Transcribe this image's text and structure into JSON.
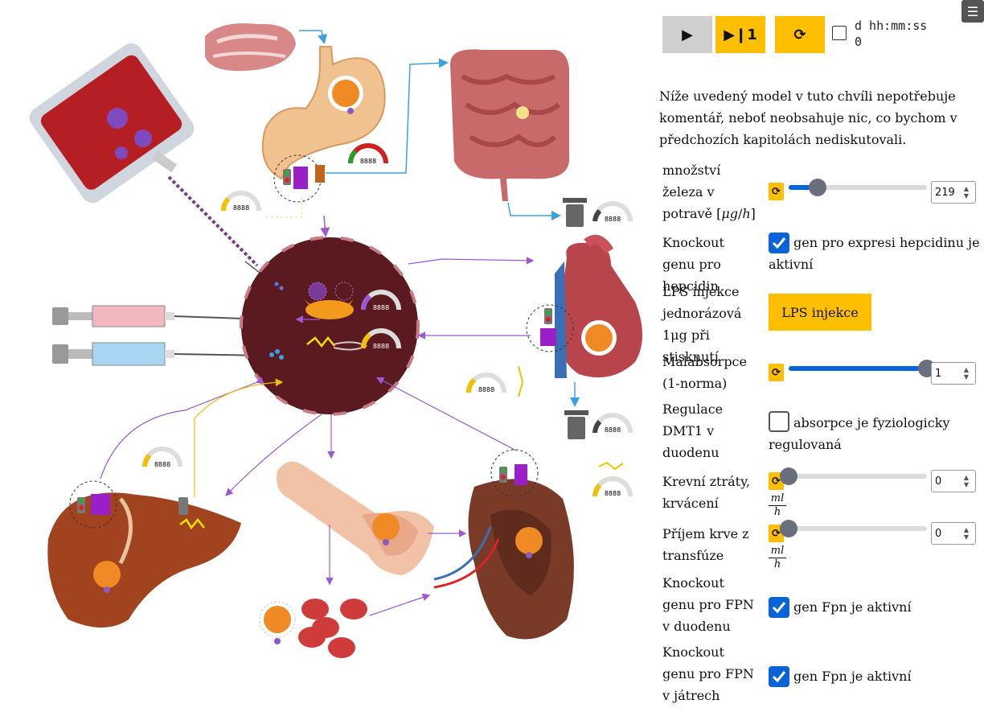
{
  "toolbar": {
    "play_icon": "play-icon",
    "step_label": "▶❙1",
    "reset_icon": "refresh-icon",
    "time_format": "d hh:mm:ss",
    "time_value": "0"
  },
  "intro_text": "Níže uvedený model v tuto chvíli nepotřebuje komentář, neboť neobsahuje nic, co bychom v předchozích kapitolách nediskutovali.",
  "controls": {
    "iron_intake": {
      "label": "množství železa v potravě [μg/h]",
      "value": "219",
      "fraction": 0.21
    },
    "hepcidin_knockout": {
      "label": "Knockout genu pro hepcidin",
      "checkbox_label": "gen pro expresi hepcidinu je aktivní",
      "checked": true
    },
    "lps": {
      "label": "LPS injekce jednorázová 1μg při stisknutí",
      "button_label": "LPS injekce"
    },
    "malabsorption": {
      "label": "Malabsorpce (1-norma)",
      "value": "1",
      "fraction": 1.0
    },
    "dmt1": {
      "label": "Regulace DMT1 v duodenu",
      "checkbox_label": "absorpce je fyziologicky regulovaná",
      "checked": false
    },
    "blood_loss": {
      "label": "Krevní ztráty, krvácení",
      "value": "0",
      "fraction": 0.0,
      "unit_num": "ml",
      "unit_den": "h"
    },
    "transfusion": {
      "label": "Příjem krve z transfúze",
      "value": "0",
      "fraction": 0.0,
      "unit_num": "ml",
      "unit_den": "h"
    },
    "fpn_duodenum": {
      "label": "Knockout genu pro FPN v duodenu",
      "checkbox_label": "gen Fpn je aktivní",
      "checked": true
    },
    "fpn_liver": {
      "label": "Knockout genu pro FPN v játrech",
      "checkbox_label": "gen Fpn je aktivní",
      "checked": true
    }
  },
  "gauge_label": "8888",
  "colors": {
    "accent_yellow": "#fdbf00",
    "slider_blue": "#0a64d8",
    "plasma": "#5a1a1f",
    "arrow_purple": "#9b59d6"
  }
}
